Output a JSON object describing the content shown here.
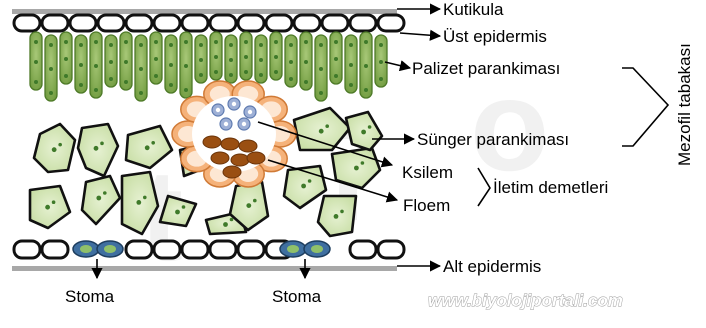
{
  "diagram": {
    "labels": {
      "kutikula": "Kutikula",
      "ust_epidermis": "Üst epidermis",
      "palizet": "Palizet parankiması",
      "sunger": "Sünger parankiması",
      "ksilem": "Ksilem",
      "floem": "Floem",
      "iletim": "İletim demetleri",
      "alt_epidermis": "Alt epidermis",
      "stoma_left": "Stoma",
      "stoma_right": "Stoma",
      "mezofil": "Mezofil tabakası"
    },
    "watermark": "www.biyolojiportali.com",
    "colors": {
      "palisade_fill": "#7fa84a",
      "spongy_fill": "#d3e6b4",
      "nucleus": "#3f7a2a",
      "bundle_sheath": "#f5b27a",
      "xylem": "#9eb0d6",
      "phloem": "#9a4f12",
      "guard_cell": "#3f6fa0"
    }
  }
}
